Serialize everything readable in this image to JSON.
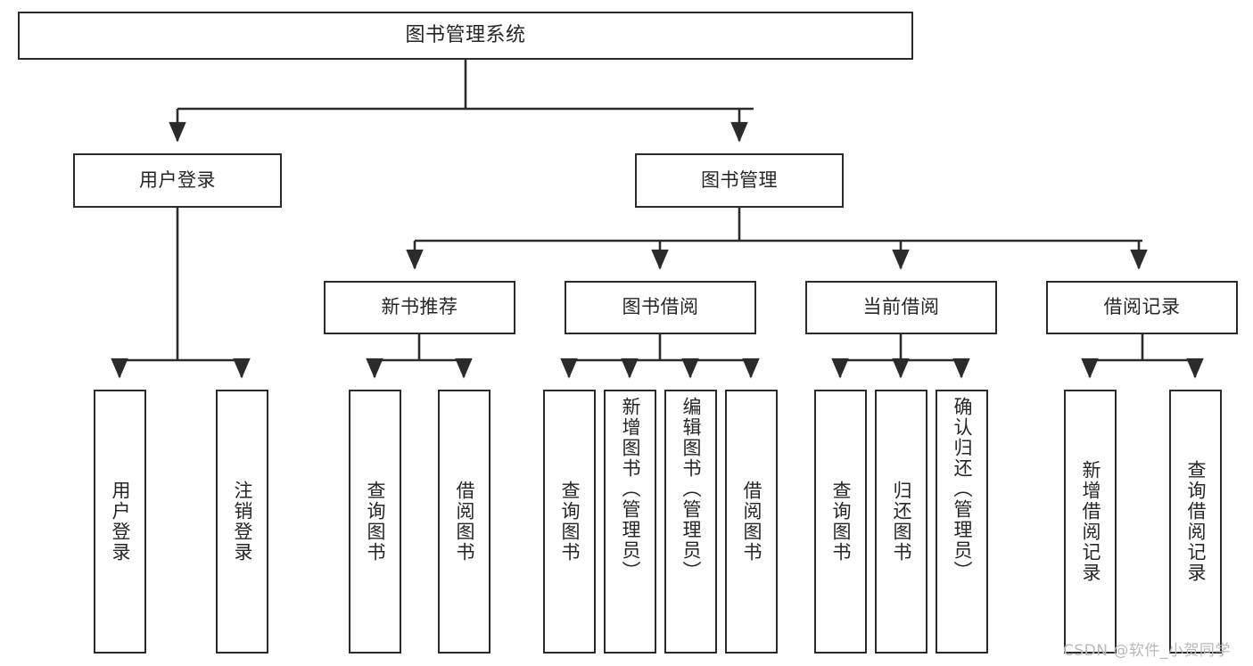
{
  "diagram": {
    "title": "图书管理系统",
    "type": "tree",
    "root": {
      "id": "root",
      "label": "图书管理系统"
    },
    "level2": [
      {
        "id": "user-login",
        "label": "用户登录"
      },
      {
        "id": "book-manage",
        "label": "图书管理"
      }
    ],
    "level3": [
      {
        "id": "new-book-recommend",
        "label": "新书推荐",
        "parent": "book-manage"
      },
      {
        "id": "book-borrow",
        "label": "图书借阅",
        "parent": "book-manage"
      },
      {
        "id": "current-borrow",
        "label": "当前借阅",
        "parent": "book-manage"
      },
      {
        "id": "borrow-record",
        "label": "借阅记录",
        "parent": "book-manage"
      }
    ],
    "leaves": [
      {
        "id": "leaf-user-login",
        "label": "用户登录",
        "parent": "user-login"
      },
      {
        "id": "leaf-logout-login",
        "label": "注销登录",
        "parent": "user-login"
      },
      {
        "id": "leaf-query-book-1",
        "label": "查询图书",
        "parent": "new-book-recommend"
      },
      {
        "id": "leaf-borrow-book-1",
        "label": "借阅图书",
        "parent": "new-book-recommend"
      },
      {
        "id": "leaf-query-book-2",
        "label": "查询图书",
        "parent": "book-borrow"
      },
      {
        "id": "leaf-add-book",
        "label": "新增图书（管理员）",
        "parent": "book-borrow"
      },
      {
        "id": "leaf-edit-book",
        "label": "编辑图书（管理员）",
        "parent": "book-borrow"
      },
      {
        "id": "leaf-borrow-book-2",
        "label": "借阅图书",
        "parent": "book-borrow"
      },
      {
        "id": "leaf-query-book-3",
        "label": "查询图书",
        "parent": "current-borrow"
      },
      {
        "id": "leaf-return-book",
        "label": "归还图书",
        "parent": "current-borrow"
      },
      {
        "id": "leaf-confirm-return",
        "label": "确认归还（管理员）",
        "parent": "current-borrow"
      },
      {
        "id": "leaf-add-record",
        "label": "新增借阅记录",
        "parent": "borrow-record"
      },
      {
        "id": "leaf-query-record",
        "label": "查询借阅记录",
        "parent": "borrow-record"
      }
    ],
    "colors": {
      "stroke": "#2b2b2b",
      "fill": "#ffffff",
      "text": "#262626",
      "watermark": "#b9b9b9"
    }
  },
  "watermark": {
    "text": "CSDN @软件_小贺同学"
  }
}
